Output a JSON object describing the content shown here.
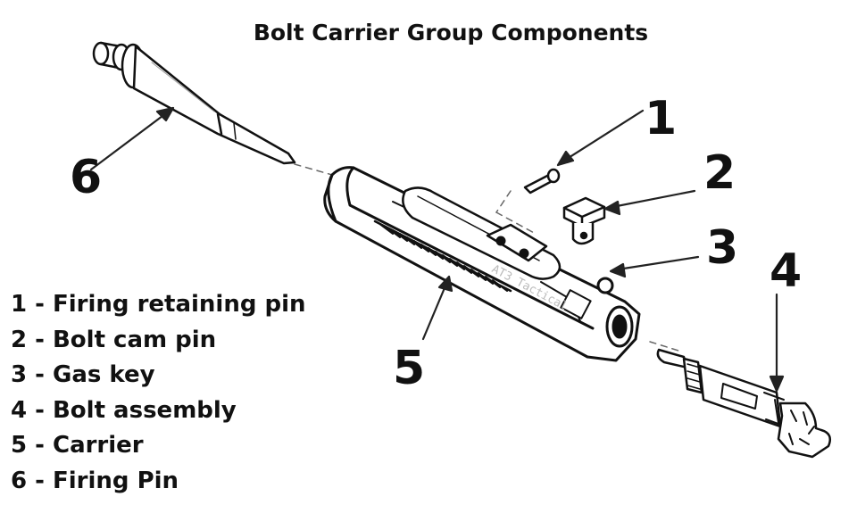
{
  "title": "Bolt Carrier Group Components",
  "legend": [
    "1 - Firing retaining pin",
    "2 - Bolt cam pin",
    "3 - Gas key",
    "4 - Bolt assembly",
    "5 - Carrier",
    "6 - Firing Pin"
  ],
  "callouts": {
    "c1": "1",
    "c2": "2",
    "c3": "3",
    "c4": "4",
    "c5": "5",
    "c6": "6"
  },
  "watermark": "AT3 Tactical"
}
